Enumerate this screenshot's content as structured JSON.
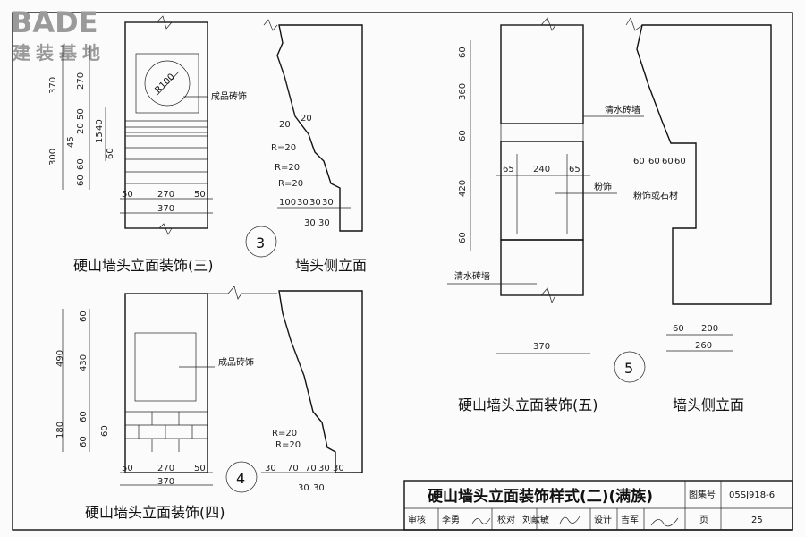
{
  "logo": {
    "text": "BADE",
    "subtitle": "建装基地"
  },
  "drawing3": {
    "caption": "硬山墙头立面装饰(三)",
    "side_caption": "墙头侧立面",
    "number": "3",
    "radius_label": "R100",
    "label": "成品砖饰",
    "vdims_outer": [
      "370",
      "300"
    ],
    "vdims_inner": [
      "270",
      "50",
      "45",
      "20",
      "60",
      "60"
    ],
    "vdims_small": [
      "40",
      "15",
      "60"
    ],
    "hdims_top": [
      "50",
      "270",
      "50"
    ],
    "hdim_total": "370",
    "side_r": [
      "R=20",
      "R=20",
      "R=20"
    ],
    "side_top": [
      "20",
      "20"
    ],
    "side_bottom": [
      "100",
      "30",
      "30",
      "30"
    ],
    "side_bottom2": [
      "30",
      "30"
    ]
  },
  "drawing4": {
    "caption": "硬山墙头立面装饰(四)",
    "number": "4",
    "label": "成品砖饰",
    "vdims_outer": [
      "490",
      "180"
    ],
    "vdims_inner": [
      "60",
      "430",
      "60",
      "60"
    ],
    "vdims_small": [
      "60"
    ],
    "hdims_top": [
      "50",
      "270",
      "50"
    ],
    "hdim_total": "370",
    "side_r": [
      "R=20",
      "R=20"
    ],
    "side_bottom": [
      "30",
      "70",
      "70",
      "30",
      "30"
    ],
    "side_bottom2": [
      "30",
      "30"
    ]
  },
  "drawing5": {
    "caption": "硬山墙头立面装饰(五)",
    "side_caption": "墙头侧立面",
    "number": "5",
    "label_brick_top": "清水砖墙",
    "label_plaster": "粉饰",
    "label_brick_bottom": "清水砖墙",
    "label_side": "粉饰或石材",
    "vdims": [
      "60",
      "360",
      "60",
      "420",
      "60"
    ],
    "hdims_top": [
      "65",
      "240",
      "65"
    ],
    "hdim_total": "370",
    "side_steps": [
      "60",
      "60",
      "60",
      "60"
    ],
    "side_bottom": [
      "60",
      "200"
    ],
    "side_total": "260"
  },
  "title_block": {
    "title": "硬山墙头立面装饰样式(二)(满族)",
    "atlas_label": "图集号",
    "atlas_value": "05SJ918-6",
    "review_label": "审核",
    "review_name": "李勇",
    "check_label": "校对",
    "check_name": "刘献敏",
    "design_label": "设计",
    "design_name": "吉军",
    "page_label": "页",
    "page_value": "25"
  }
}
